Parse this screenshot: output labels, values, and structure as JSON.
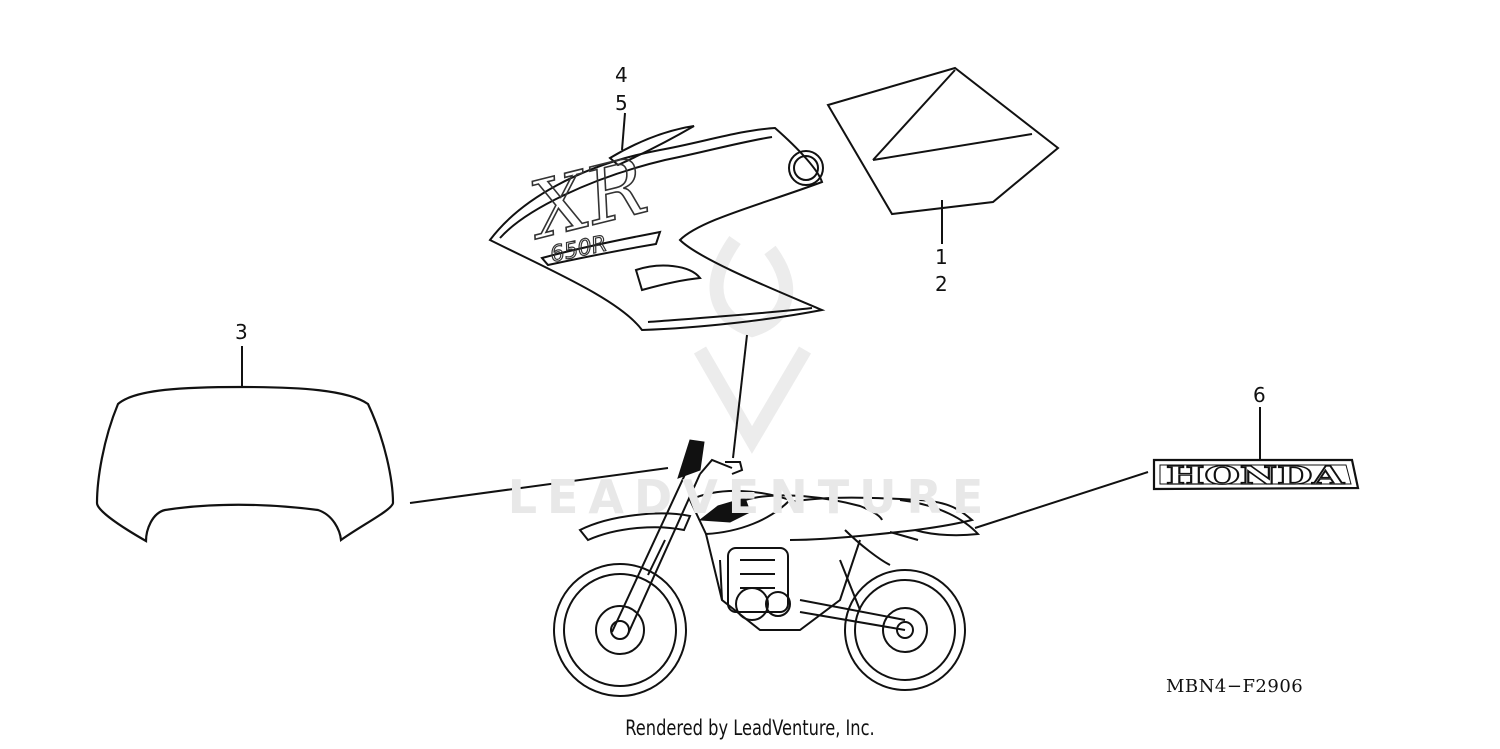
{
  "callouts": {
    "c1": "1",
    "c2": "2",
    "c3": "3",
    "c4": "4",
    "c5": "5",
    "c6": "6"
  },
  "emblem_text": "HONDA",
  "decal_text": "XR",
  "decal_subtext": "650R",
  "diagram_code": "MBN4−F2906",
  "footer": "Rendered by LeadVenture, Inc.",
  "watermark": "LEADVENTURE"
}
